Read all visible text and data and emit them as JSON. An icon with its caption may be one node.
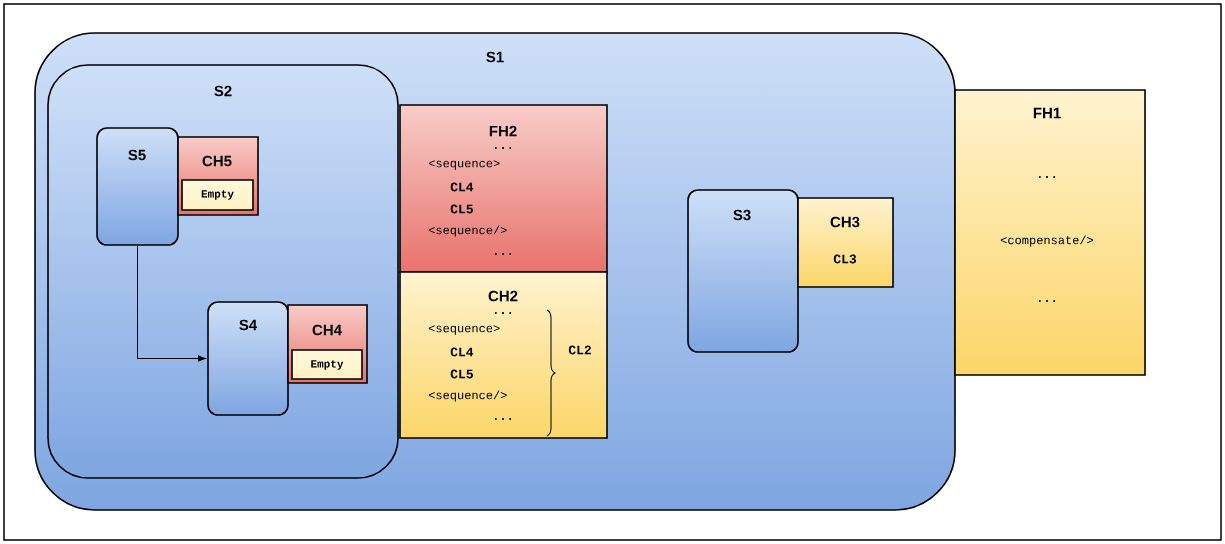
{
  "diagram": {
    "nodes": [
      {
        "text": [
          "S1"
        ]
      },
      {
        "text": [
          "S2"
        ],
        "in": 0
      },
      {
        "text": [
          "S5"
        ],
        "in": 1
      },
      {
        "text": [
          "CH5"
        ],
        "in": 1
      },
      {
        "text": [
          "Empty"
        ],
        "in": 3
      },
      {
        "text": [
          "S4"
        ],
        "in": 1
      },
      {
        "text": [
          "CH4"
        ],
        "in": 1
      },
      {
        "text": [
          "Empty"
        ],
        "in": 6
      },
      {
        "text": [
          "FH2",
          "...",
          "<sequence>",
          "CL4",
          "CL5",
          "<sequence/>",
          "..."
        ],
        "in": 0
      },
      {
        "text": [
          "CH2",
          "...",
          "<sequence>",
          "CL4",
          "CL5",
          "<sequence/>",
          "...",
          "CL2"
        ],
        "in": 0
      },
      {
        "text": [
          "S3"
        ],
        "in": 0
      },
      {
        "text": [
          "CH3",
          "CL3"
        ],
        "in": 0
      },
      {
        "text": [
          "FH1",
          "...",
          "<compensate/>",
          "..."
        ]
      }
    ],
    "edges": [
      {
        "from": 2,
        "to": 5,
        "arrow": "to"
      }
    ]
  }
}
